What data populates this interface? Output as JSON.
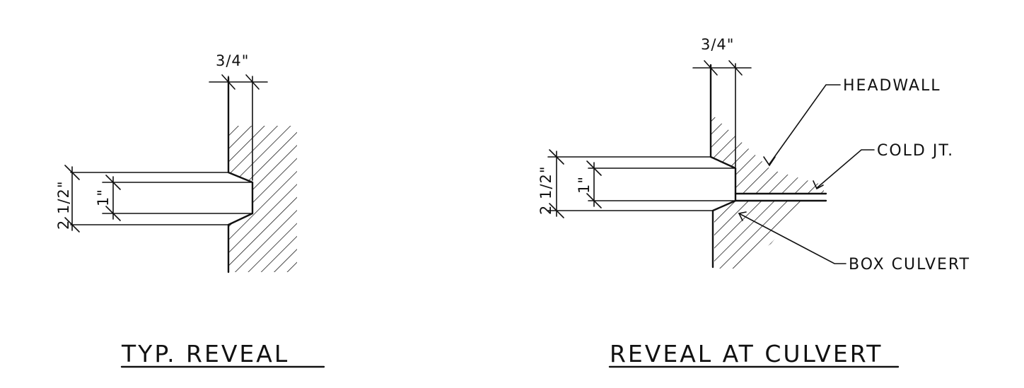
{
  "typ_reveal": {
    "title": "TYP. REVEAL",
    "dim_top": "3/4\"",
    "dim_outer": "2 1/2\"",
    "dim_inner": "1\""
  },
  "culvert_reveal": {
    "title": "REVEAL AT CULVERT",
    "dim_top": "3/4\"",
    "dim_outer": "2 1/2\"",
    "dim_inner": "1\"",
    "callouts": {
      "headwall": "HEADWALL",
      "cold_joint": "COLD JT.",
      "box_culvert": "BOX CULVERT"
    }
  }
}
